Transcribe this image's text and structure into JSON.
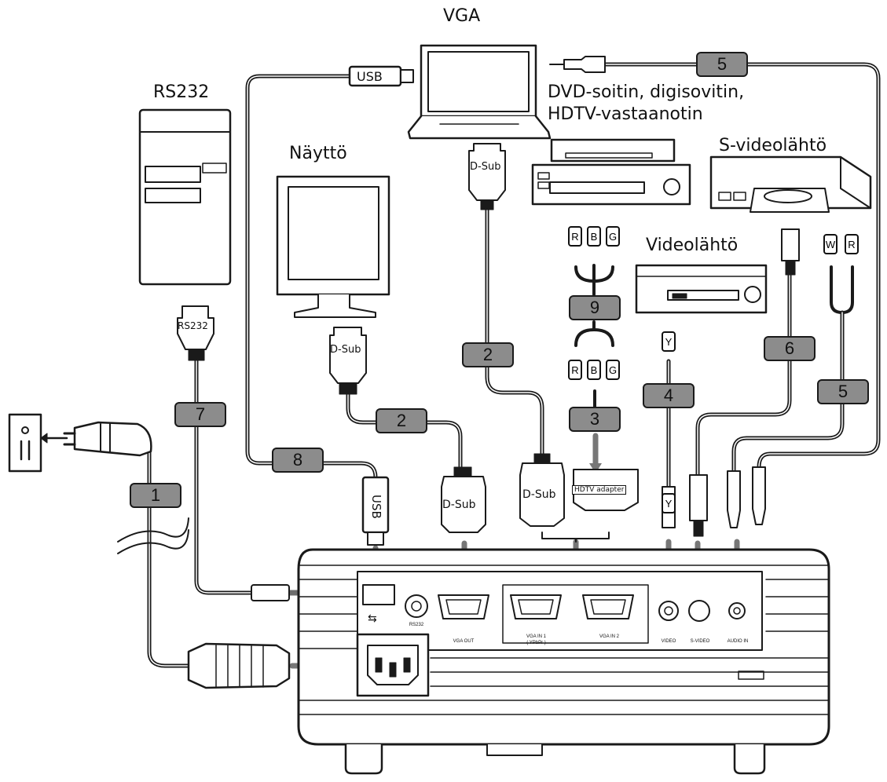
{
  "labels": {
    "vga": "VGA",
    "rs232": "RS232",
    "dvd": "DVD-soitin, digisovitin,",
    "hdtv": "HDTV-vastaanotin",
    "svideo_out": "S-videolähtö",
    "monitor": "Näyttö",
    "video_out": "Videolähtö"
  },
  "connectors": {
    "usb_top": "USB",
    "usb_bottom": "USB",
    "dsub_laptop": "D-Sub",
    "dsub_monitor": "D-Sub",
    "dsub_out": "D-Sub",
    "dsub_in": "D-Sub",
    "rs232_plug": "RS232",
    "hdtv_adapter": "HDTV adapter",
    "rca_r1": "R",
    "rca_b1": "B",
    "rca_g1": "G",
    "rca_r2": "R",
    "rca_b2": "B",
    "rca_g2": "G",
    "rca_w": "W",
    "rca_r3": "R",
    "rca_y1": "Y",
    "rca_y2": "Y"
  },
  "cables": {
    "c1": "1",
    "c2a": "2",
    "c2b": "2",
    "c3": "3",
    "c4": "4",
    "c5a": "5",
    "c5b": "5",
    "c6": "6",
    "c7": "7",
    "c8": "8",
    "c9": "9"
  },
  "ports": {
    "rs232": "RS232",
    "vga_out": "VGA OUT",
    "vga_in1": "VGA IN 1",
    "vga_in1b": "( YPbPr )",
    "vga_in2": "VGA IN 2",
    "video": "VIDEO",
    "svideo": "S-VIDEO",
    "audio": "AUDIO IN"
  }
}
